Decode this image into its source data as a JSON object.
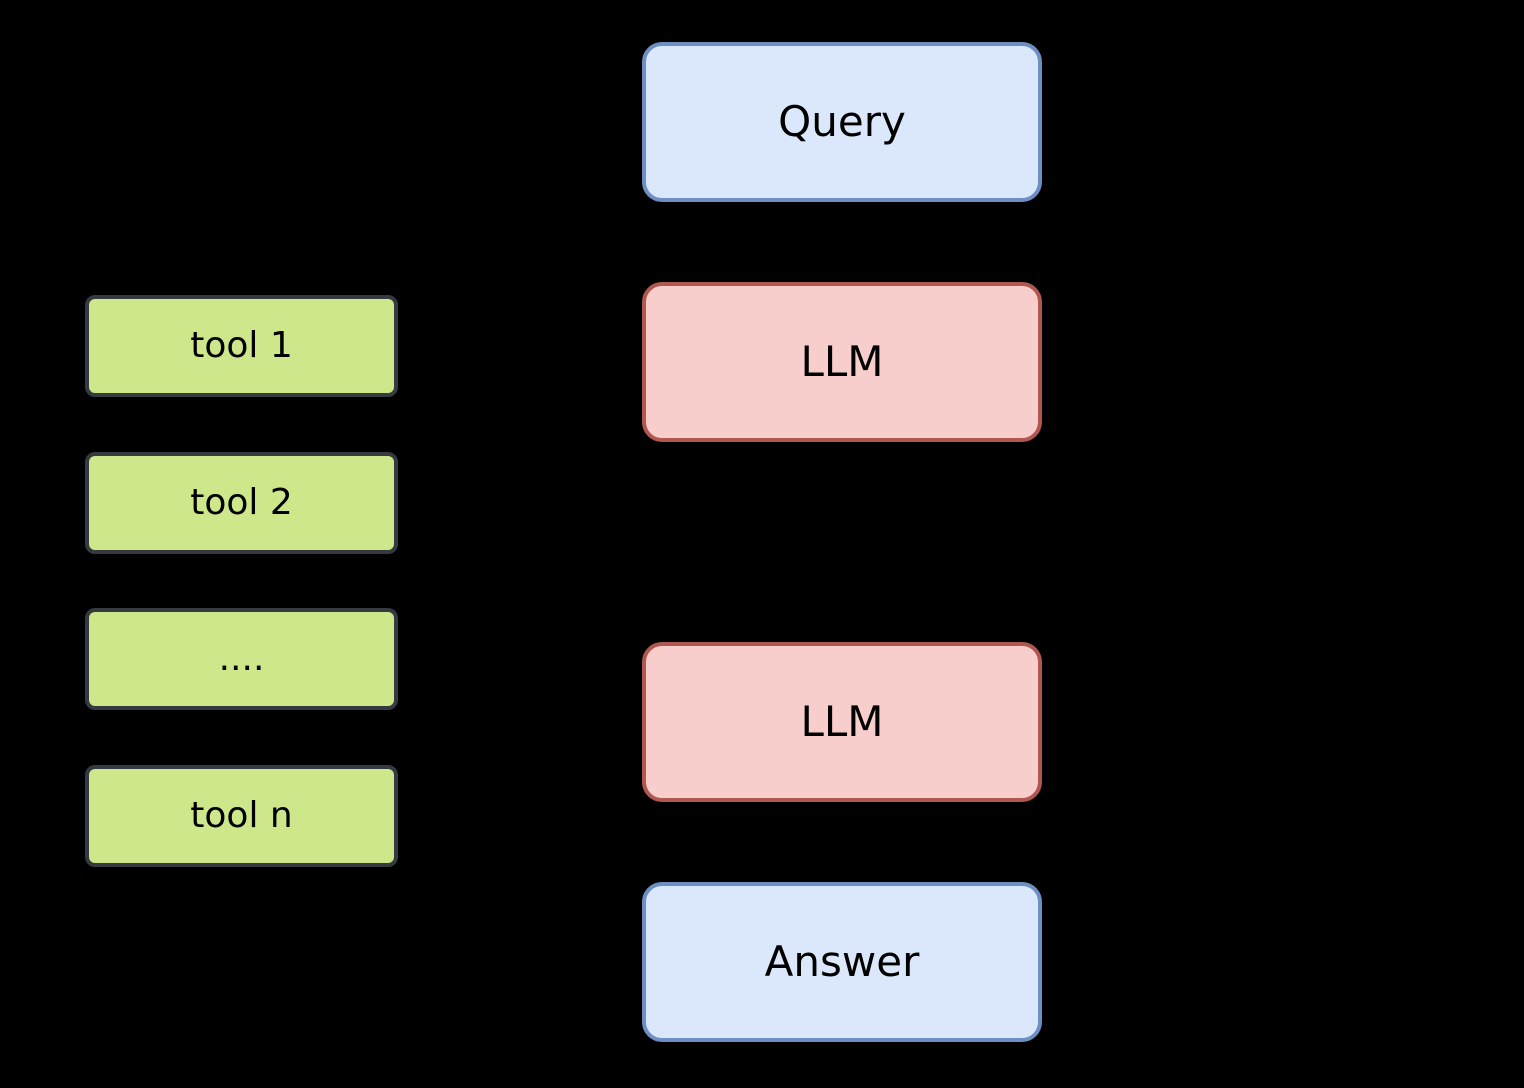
{
  "diagram": {
    "background_color": "#000000",
    "text_color": "#000000",
    "center_column": {
      "query": {
        "label": "Query",
        "fill": "#dbe8fb",
        "border": "#6d8fc1"
      },
      "llm_top": {
        "label": "LLM",
        "fill": "#f8cecc",
        "border": "#b05750"
      },
      "llm_bottom": {
        "label": "LLM",
        "fill": "#f8cecc",
        "border": "#b05750"
      },
      "answer": {
        "label": "Answer",
        "fill": "#dbe8fb",
        "border": "#6d8fc1"
      }
    },
    "tool_column": {
      "fill": "#cde78a",
      "border": "#343a40",
      "tool_1": {
        "label": "tool 1"
      },
      "tool_2": {
        "label": "tool 2"
      },
      "tool_dots": {
        "label": "...."
      },
      "tool_n": {
        "label": "tool n"
      }
    }
  }
}
